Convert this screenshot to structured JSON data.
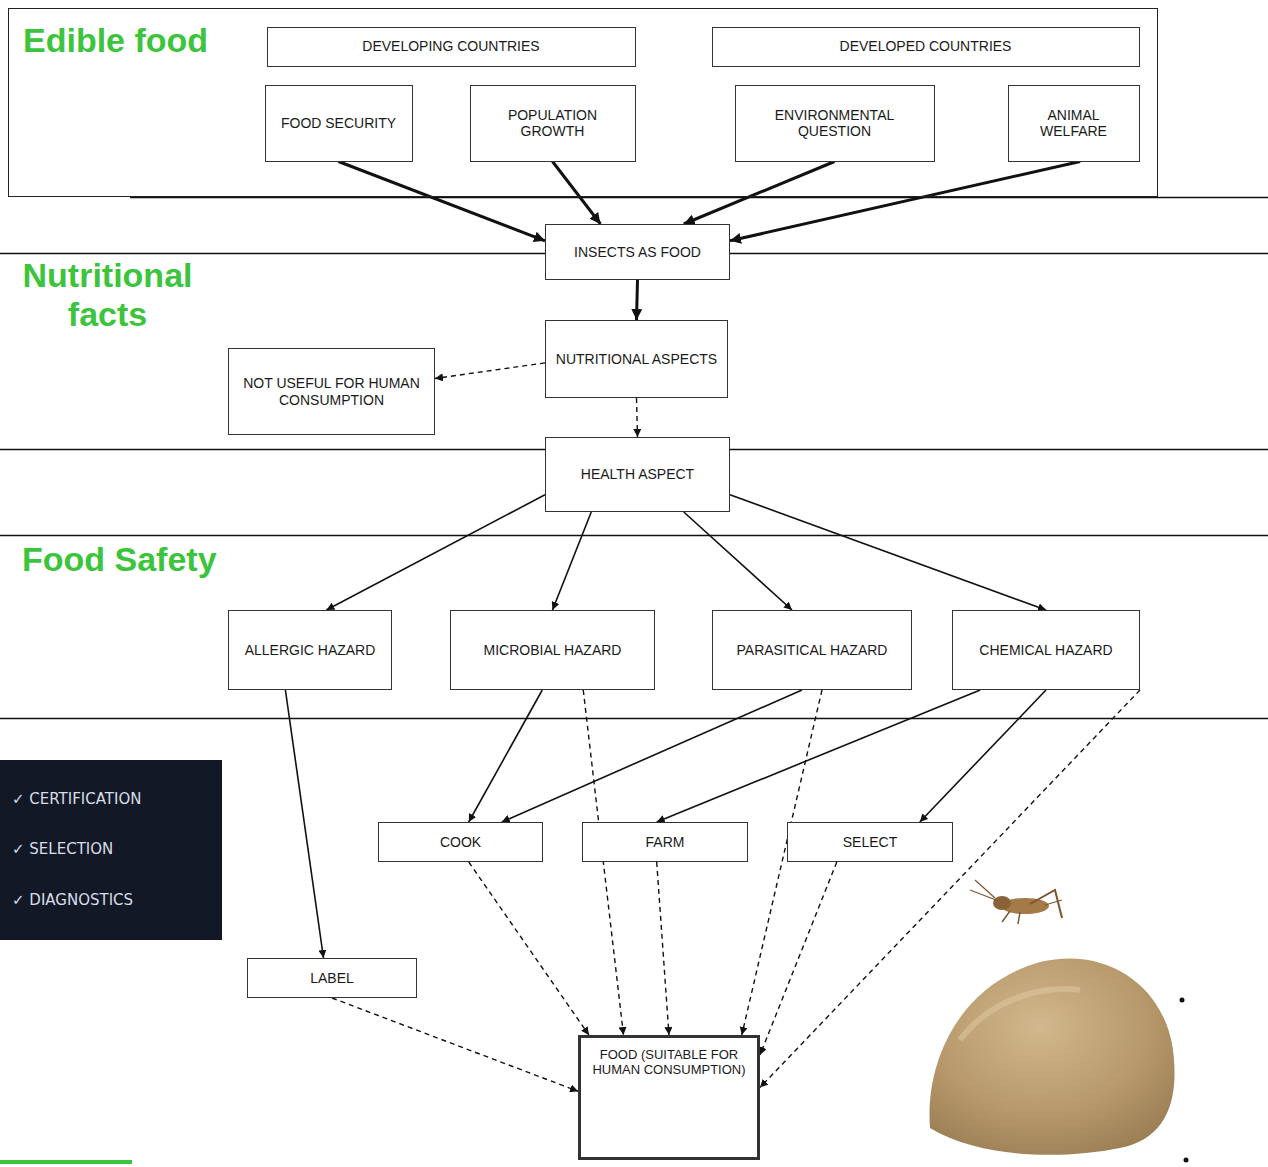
{
  "diagram": {
    "nodes": [
      {
        "text": [
          "Edible food"
        ]
      },
      {
        "text": [
          "DEVELOPING COUNTRIES"
        ],
        "in": 0
      },
      {
        "text": [
          "DEVELOPED COUNTRIES"
        ],
        "in": 0
      },
      {
        "text": [
          "FOOD SECURITY"
        ],
        "in": 0
      },
      {
        "text": [
          "POPULATION GROWTH"
        ],
        "in": 0
      },
      {
        "text": [
          "ENVIRONMENTAL QUESTION"
        ],
        "in": 0
      },
      {
        "text": [
          "ANIMAL WELFARE"
        ],
        "in": 0
      },
      {
        "text": [
          "INSECTS AS FOOD"
        ]
      },
      {
        "text": [
          "NUTRITIONAL ASPECTS"
        ]
      },
      {
        "text": [
          "NOT USEFUL FOR HUMAN CONSUMPTION"
        ]
      },
      {
        "text": [
          "HEALTH ASPECT"
        ]
      },
      {
        "text": [
          "ALLERGIC HAZARD"
        ]
      },
      {
        "text": [
          "MICROBIAL HAZARD"
        ]
      },
      {
        "text": [
          "PARASITICAL HAZARD"
        ]
      },
      {
        "text": [
          "CHEMICAL HAZARD"
        ]
      },
      {
        "text": [
          "✓ CERTIFICATION",
          "✓ SELECTION",
          "✓ DIAGNOSTICS"
        ]
      },
      {
        "text": [
          "COOK"
        ]
      },
      {
        "text": [
          "FARM"
        ]
      },
      {
        "text": [
          "SELECT"
        ]
      },
      {
        "text": [
          "LABEL"
        ]
      },
      {
        "text": [
          "FOOD (SUITABLE FOR HUMAN CONSUMPTION)"
        ]
      }
    ],
    "edges": [
      {
        "from": 3,
        "to": 7,
        "arrow": "to"
      },
      {
        "from": 4,
        "to": 7,
        "arrow": "to"
      },
      {
        "from": 5,
        "to": 7,
        "arrow": "to"
      },
      {
        "from": 6,
        "to": 7,
        "arrow": "to"
      },
      {
        "from": 7,
        "to": 8,
        "arrow": "to"
      },
      {
        "from": 8,
        "to": 9,
        "arrow": "to"
      },
      {
        "from": 8,
        "to": 10,
        "arrow": "to"
      },
      {
        "from": 10,
        "to": 11,
        "arrow": "to"
      },
      {
        "from": 10,
        "to": 12,
        "arrow": "to"
      },
      {
        "from": 10,
        "to": 13,
        "arrow": "to"
      },
      {
        "from": 10,
        "to": 14,
        "arrow": "to"
      },
      {
        "from": 11,
        "to": 19,
        "arrow": "to"
      },
      {
        "from": 12,
        "to": 16,
        "arrow": "to"
      },
      {
        "from": 12,
        "to": 20,
        "arrow": "to"
      },
      {
        "from": 13,
        "to": 16,
        "arrow": "to"
      },
      {
        "from": 13,
        "to": 20,
        "arrow": "to"
      },
      {
        "from": 14,
        "to": 17,
        "arrow": "to"
      },
      {
        "from": 14,
        "to": 18,
        "arrow": "to"
      },
      {
        "from": 14,
        "to": 20,
        "arrow": "to"
      },
      {
        "from": 16,
        "to": 20,
        "arrow": "to"
      },
      {
        "from": 17,
        "to": 20,
        "arrow": "to"
      },
      {
        "from": 18,
        "to": 20,
        "arrow": "to"
      },
      {
        "from": 19,
        "to": 20,
        "arrow": "to"
      }
    ],
    "labels": [
      "Nutritional facts",
      "Food Safety"
    ]
  }
}
